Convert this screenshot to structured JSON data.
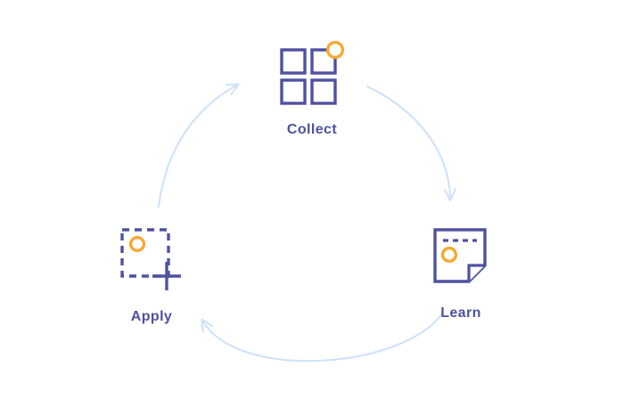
{
  "diagram": {
    "title": "",
    "type": "cycle",
    "background_color": "#ffffff",
    "colors": {
      "primary": "#4f51a0",
      "accent": "#f5a932",
      "arrow": "#cfe2fa",
      "label_text": "#4f51a0"
    },
    "nodes": [
      {
        "id": "collect",
        "label": "Collect",
        "icon_name": "grid-four-squares-icon",
        "icon_description": "2x2 grid of outlined squares with an orange ring badge at the top-right",
        "position": "top",
        "accent_marker": "orange-ring"
      },
      {
        "id": "learn",
        "label": "Learn",
        "icon_name": "note-page-fold-icon",
        "icon_description": "Document with folded bottom-right corner, dashed line of text at top and an orange ring",
        "position": "bottom-right",
        "accent_marker": "orange-ring"
      },
      {
        "id": "apply",
        "label": "Apply",
        "icon_name": "dashed-square-plus-icon",
        "icon_description": "Dashed square containing an orange ring with a plus sign over the bottom-right corner",
        "position": "bottom-left",
        "accent_marker": "orange-ring"
      }
    ],
    "arrows": [
      {
        "id": "arrow-collect-to-learn",
        "from": "collect",
        "to": "learn",
        "direction": "clockwise",
        "label": ""
      },
      {
        "id": "arrow-learn-to-apply",
        "from": "learn",
        "to": "apply",
        "direction": "clockwise",
        "label": ""
      },
      {
        "id": "arrow-apply-to-collect",
        "from": "apply",
        "to": "collect",
        "direction": "clockwise",
        "label": ""
      }
    ]
  }
}
